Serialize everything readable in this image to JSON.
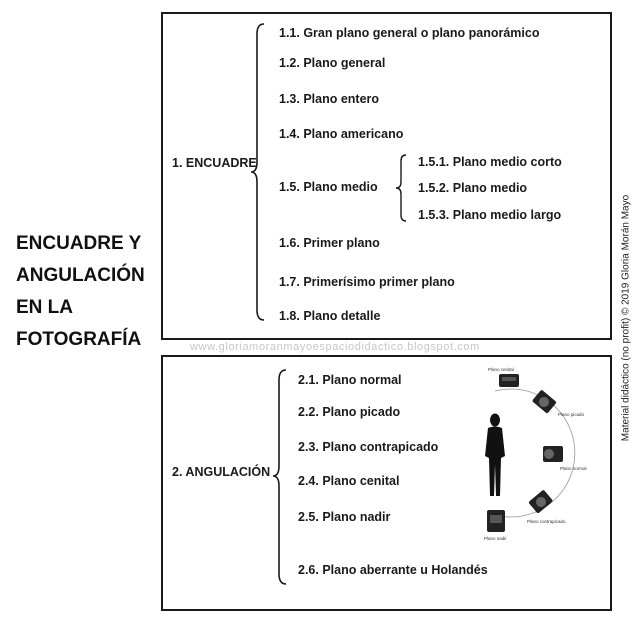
{
  "main_title": [
    "ENCUADRE Y",
    "ANGULACIÓN",
    "EN LA",
    "FOTOGRAFÍA"
  ],
  "encuadre": {
    "label": "1. ENCUADRE",
    "items": [
      "1.1. Gran plano general o plano panorámico",
      "1.2. Plano general",
      "1.3. Plano entero",
      "1.4. Plano americano",
      "1.5. Plano medio",
      "1.6. Primer plano",
      "1.7. Primerísimo primer plano",
      "1.8. Plano detalle"
    ],
    "subitems": [
      "1.5.1. Plano medio corto",
      "1.5.2. Plano medio",
      "1.5.3. Plano medio largo"
    ]
  },
  "angulacion": {
    "label": "2. ANGULACIÓN",
    "items": [
      "2.1. Plano normal",
      "2.2. Plano picado",
      "2.3. Plano contrapicado",
      "2.4. Plano cenital",
      "2.5. Plano nadir",
      "2.6. Plano aberrante u Holandés"
    ],
    "camera_labels": [
      "Plano cenital",
      "Plano picado",
      "Plano normal",
      "Plano contrapicado",
      "Plano nadir"
    ]
  },
  "watermark": "www.gloriamoranmayoespaciodidactico.blogspot.com",
  "credit": "Material didáctico (no profit) © 2019 Gloria Morán Mayo"
}
